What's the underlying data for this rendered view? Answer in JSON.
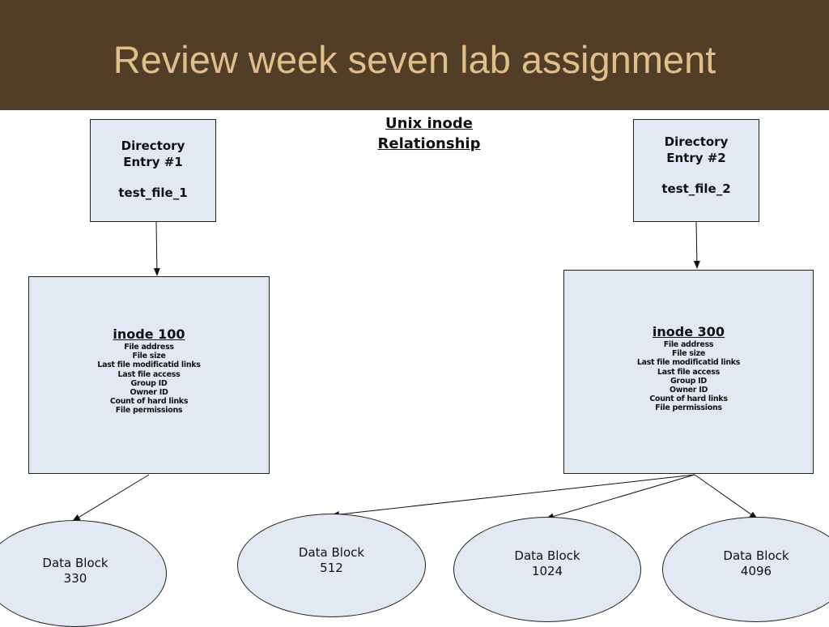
{
  "slide": {
    "title": "Review week seven lab assignment"
  },
  "diagram": {
    "title_line1": "Unix inode",
    "title_line2": "Relationship",
    "directory_entries": [
      {
        "line1": "Directory",
        "line2": "Entry #1",
        "file": "test_file_1"
      },
      {
        "line1": "Directory",
        "line2": "Entry #2",
        "file": "test_file_2"
      }
    ],
    "inodes": [
      {
        "title": "inode 100",
        "attributes": [
          "File address",
          "File size",
          "Last file modificatid links",
          "Last file access",
          "Group ID",
          "Owner ID",
          "Count of hard links",
          "File permissions"
        ]
      },
      {
        "title": "inode 300",
        "attributes": [
          "File address",
          "File size",
          "Last file modificatid links",
          "Last file access",
          "Group ID",
          "Owner ID",
          "Count of hard links",
          "File permissions"
        ]
      }
    ],
    "data_blocks": [
      {
        "label": "Data Block",
        "number": "330"
      },
      {
        "label": "Data Block",
        "number": "512"
      },
      {
        "label": "Data Block",
        "number": "1024"
      },
      {
        "label": "Data Block",
        "number": "4096"
      }
    ]
  },
  "colors": {
    "header_bg": "#523e27",
    "header_text": "#e1bf8b",
    "node_fill": "#e3e9f3"
  }
}
